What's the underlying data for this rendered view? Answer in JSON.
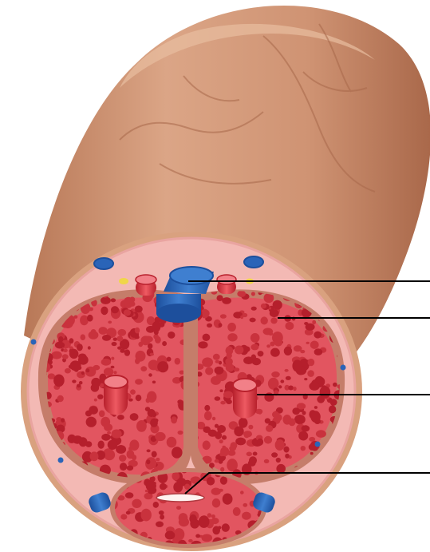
{
  "figure": {
    "subject": "cross-section",
    "labels": []
  },
  "colors": {
    "skin": "#c98e6d",
    "skin_dark": "#a8684a",
    "tissue": "#f2b3b0",
    "tunica": "#c57d6a",
    "erectile": "#d42c38",
    "vein_blue": "#2a64b8",
    "artery_red": "#d8343f",
    "nerve_yellow": "#f0d64a",
    "leader_line": "#000000"
  },
  "leader_lines": [
    {
      "name": "leader-dorsal-vein"
    },
    {
      "name": "leader-corpus-cavernosum"
    },
    {
      "name": "leader-cavernous-artery"
    },
    {
      "name": "leader-urethra"
    }
  ]
}
